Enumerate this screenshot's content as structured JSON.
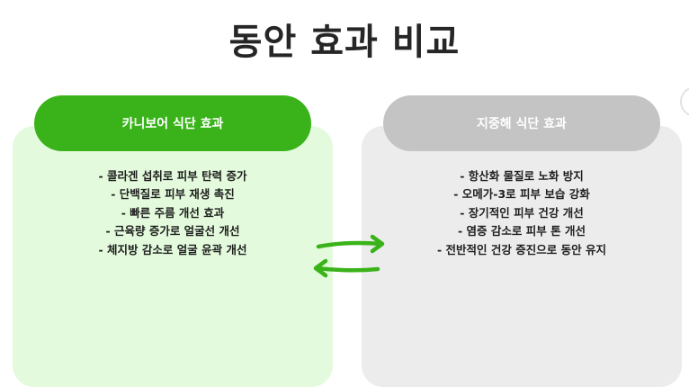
{
  "title": "동안 효과 비교",
  "left_panel": {
    "heading": "카니보어 식단 효과",
    "accent_color": "#3ab31a",
    "background_color": "#e3fbdc",
    "items": [
      "- 콜라겐 섭취로 피부 탄력 증가",
      "- 단백질로 피부 재생 촉진",
      "- 빠른 주름 개선 효과",
      "- 근육량 증가로 얼굴선 개선",
      "- 체지방 감소로 얼굴 윤곽 개선"
    ]
  },
  "right_panel": {
    "heading": "지중해 식단 효과",
    "accent_color": "#c4c4c4",
    "background_color": "#ececec",
    "items": [
      "- 항산화 물질로 노화 방지",
      "- 오메가-3로 피부 보습 강화",
      "- 장기적인 피부 건강 개선",
      "- 염증 감소로 피부 톤 개선",
      "- 전반적인 건강 증진으로 동안 유지"
    ]
  },
  "icons": {
    "exchange": "exchange-arrows-icon"
  }
}
